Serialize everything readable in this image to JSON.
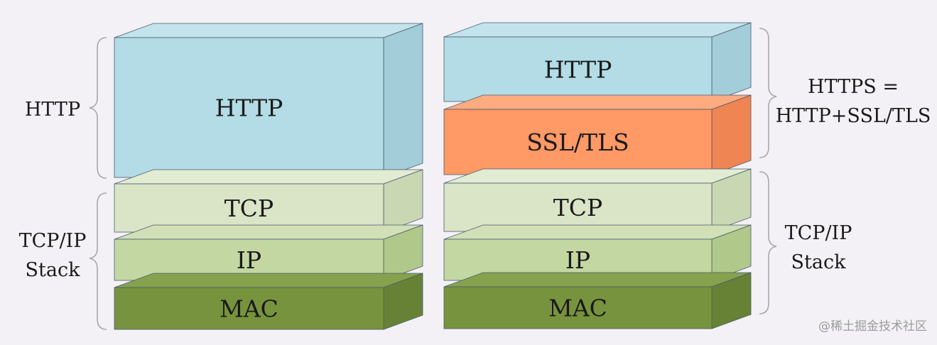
{
  "left_stack": {
    "layers": [
      {
        "label": "HTTP",
        "front": "#b3dce6",
        "top": "#c3e4ec",
        "side": "#a3cdd8"
      },
      {
        "label": "TCP",
        "front": "#d9e5c6",
        "top": "#e2ecd2",
        "side": "#c9d8b3"
      },
      {
        "label": "IP",
        "front": "#c3d7a3",
        "top": "#d1e0b6",
        "side": "#b0c88a"
      },
      {
        "label": "MAC",
        "front": "#78933e",
        "top": "#86a24c",
        "side": "#678234"
      }
    ],
    "brace_labels": {
      "http": "HTTP",
      "tcpip_line1": "TCP/IP",
      "tcpip_line2": "Stack"
    }
  },
  "right_stack": {
    "layers": [
      {
        "label": "HTTP",
        "front": "#b3dce6",
        "top": "#c3e4ec",
        "side": "#a3cdd8"
      },
      {
        "label": "SSL/TLS",
        "front": "#ff9966",
        "top": "#ffab80",
        "side": "#ee8552"
      },
      {
        "label": "TCP",
        "front": "#d9e5c6",
        "top": "#e2ecd2",
        "side": "#c9d8b3"
      },
      {
        "label": "IP",
        "front": "#c3d7a3",
        "top": "#d1e0b6",
        "side": "#b0c88a"
      },
      {
        "label": "MAC",
        "front": "#78933e",
        "top": "#86a24c",
        "side": "#678234"
      }
    ],
    "brace_labels": {
      "https_line1": "HTTPS =",
      "https_line2": "HTTP+SSL/TLS",
      "tcpip_line1": "TCP/IP",
      "tcpip_line2": "Stack"
    }
  },
  "colors": {
    "background": "#f3f1f5",
    "edge": "#4a5a70",
    "brace": "#a8a8a8"
  },
  "watermark": "@稀土掘金技术社区"
}
